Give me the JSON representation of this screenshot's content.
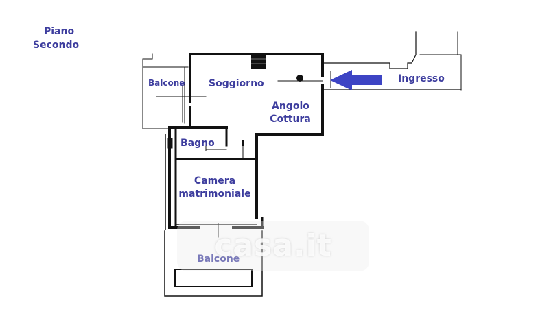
{
  "floor": {
    "line1": "Piano",
    "line2": "Secondo"
  },
  "rooms": {
    "balcone_top": "Balcone",
    "soggiorno": "Soggiorno",
    "angolo_line1": "Angolo",
    "angolo_line2": "Cottura",
    "bagno": "Bagno",
    "camera_line1": "Camera",
    "camera_line2": "matrimoniale",
    "balcone_bottom": "Balcone",
    "ingresso": "Ingresso"
  },
  "watermark": "casa.it",
  "colors": {
    "label": "#3d3d9e",
    "arrow": "#3d44c4",
    "walls": "#000000"
  },
  "icons": {
    "entrance": "left-arrow-icon",
    "chimney": "chimney-block"
  }
}
